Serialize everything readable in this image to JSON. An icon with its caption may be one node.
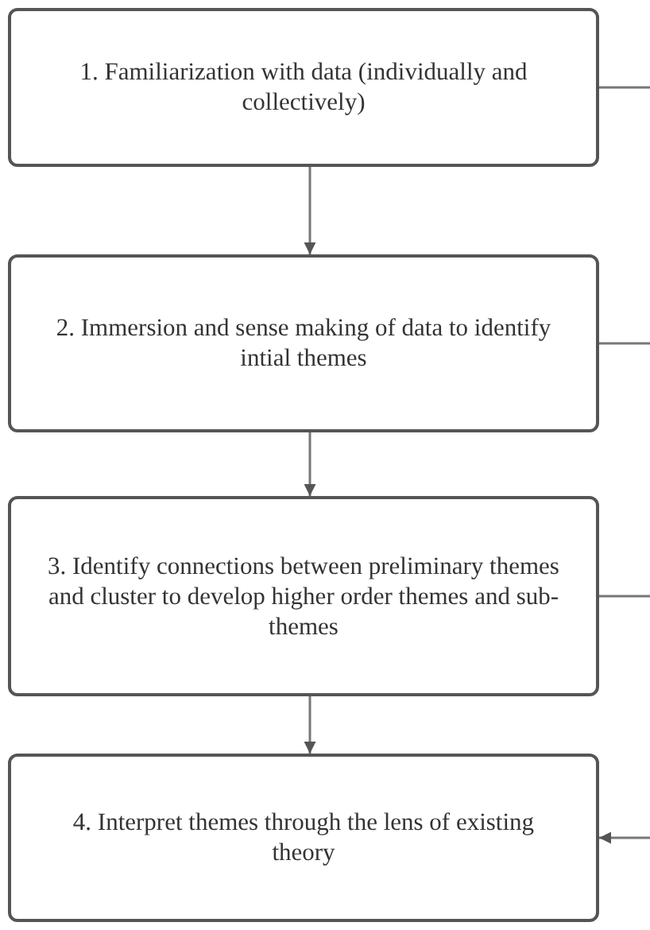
{
  "diagram": {
    "nodes": [
      {
        "text": [
          "1. Familiarization with data (individually and collectively)"
        ]
      },
      {
        "text": [
          "2. Immersion and sense making of data to identify intial themes"
        ]
      },
      {
        "text": [
          "3. Identify connections between preliminary themes and cluster to develop higher order themes and sub-themes"
        ]
      },
      {
        "text": [
          "4. Interpret themes through the lens of existing theory"
        ]
      }
    ],
    "edges": [
      {
        "from": 0,
        "to": 1,
        "arrow": "to"
      },
      {
        "from": 1,
        "to": 2,
        "arrow": "to"
      },
      {
        "from": 2,
        "to": 3,
        "arrow": "to"
      },
      {
        "from": 0,
        "to": null,
        "arrow": "none"
      },
      {
        "from": 1,
        "to": null,
        "arrow": "none"
      },
      {
        "from": 2,
        "to": null,
        "arrow": "none"
      },
      {
        "from": null,
        "to": 3,
        "arrow": "to"
      }
    ]
  }
}
